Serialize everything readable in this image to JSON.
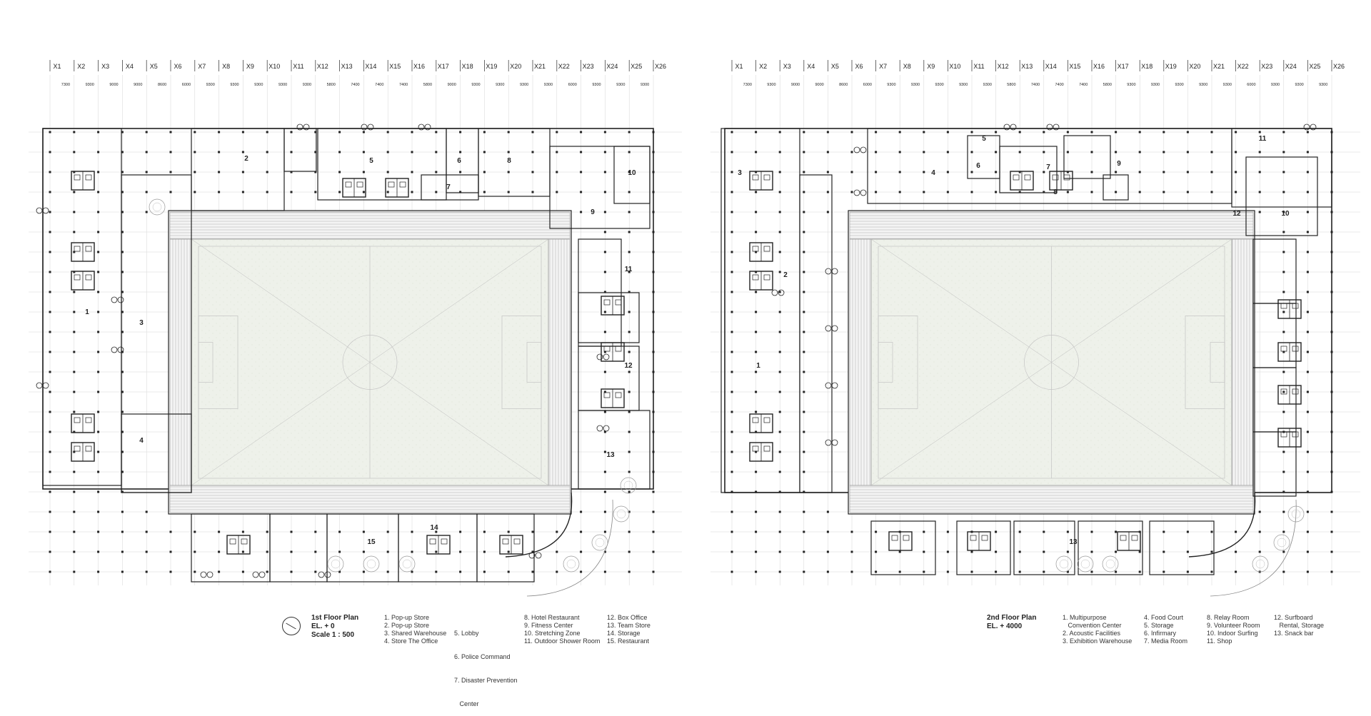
{
  "axes": {
    "plan1": [
      "X1",
      "X2",
      "X3",
      "X4",
      "X5",
      "X6",
      "X7",
      "X8",
      "X9",
      "X10",
      "X11",
      "X12",
      "X13",
      "X14",
      "X15",
      "X16",
      "X17",
      "X18",
      "X19",
      "X20",
      "X21",
      "X22",
      "X23",
      "X24",
      "X25",
      "X26"
    ],
    "plan2": [
      "X1",
      "X2",
      "X3",
      "X4",
      "X5",
      "X6",
      "X7",
      "X8",
      "X9",
      "X10",
      "X11",
      "X12",
      "X13",
      "X14",
      "X15",
      "X16",
      "X17",
      "X18",
      "X19",
      "X20",
      "X21",
      "X22",
      "X23",
      "X24",
      "X25",
      "X26"
    ]
  },
  "spans": {
    "plan1": [
      "7300",
      "9300",
      "9000",
      "9000",
      "8600",
      "6000",
      "9300",
      "9300",
      "9300",
      "9300",
      "9300",
      "5800",
      "7400",
      "7400",
      "7400",
      "5800",
      "9000",
      "9300",
      "9300",
      "9300",
      "9300",
      "6000",
      "9300",
      "9300",
      "9300"
    ],
    "plan2": [
      "7300",
      "9300",
      "9000",
      "9000",
      "8600",
      "6000",
      "9300",
      "9300",
      "9300",
      "9300",
      "9300",
      "5800",
      "7400",
      "7400",
      "7400",
      "5800",
      "9300",
      "9300",
      "9300",
      "9300",
      "9300",
      "6000",
      "9300",
      "9300",
      "9300"
    ]
  },
  "plan1": {
    "title": "1st Floor Plan",
    "elevation": "EL. + 0",
    "scale": "Scale 1 : 500",
    "room_numbers": [
      "1",
      "2",
      "3",
      "4",
      "5",
      "6",
      "7",
      "8",
      "9",
      "10",
      "11",
      "12",
      "13",
      "14",
      "15"
    ],
    "legend": [
      [
        "1. Pop-up Store",
        "2. Pop-up Store",
        "3. Shared Warehouse",
        "4. Store The Office"
      ],
      [
        "5. Lobby",
        "6. Police Command",
        "7. Disaster Prevention",
        "   Center"
      ],
      [
        "8. Hotel Restaurant",
        "9. Fitness Center",
        "10. Stretching Zone",
        "11. Outdoor Shower Room"
      ],
      [
        "12. Box Office",
        "13. Team Store",
        "14. Storage",
        "15. Restaurant"
      ]
    ]
  },
  "plan2": {
    "title": "2nd Floor Plan",
    "elevation": "EL. + 4000",
    "room_numbers": [
      "1",
      "2",
      "3",
      "4",
      "5",
      "6",
      "7",
      "8",
      "9",
      "10",
      "11",
      "12",
      "13"
    ],
    "legend": [
      [
        "1. Multipurpose",
        "   Convention Center",
        "2. Acoustic Facilities",
        "3. Exhibition Warehouse"
      ],
      [
        "4. Food Court",
        "5. Storage",
        "6. Infirmary",
        "7. Media Room"
      ],
      [
        "8. Relay Room",
        "9. Volunteer Room",
        "10. Indoor Surfing",
        "11. Shop"
      ],
      [
        "12. Surfboard",
        "   Rental, Storage",
        "13. Snack bar"
      ]
    ]
  },
  "colors": {
    "line": "#222222",
    "grid": "#d6d6d6",
    "pitch": "#eef1ea",
    "stand": "#f4f4f4"
  }
}
